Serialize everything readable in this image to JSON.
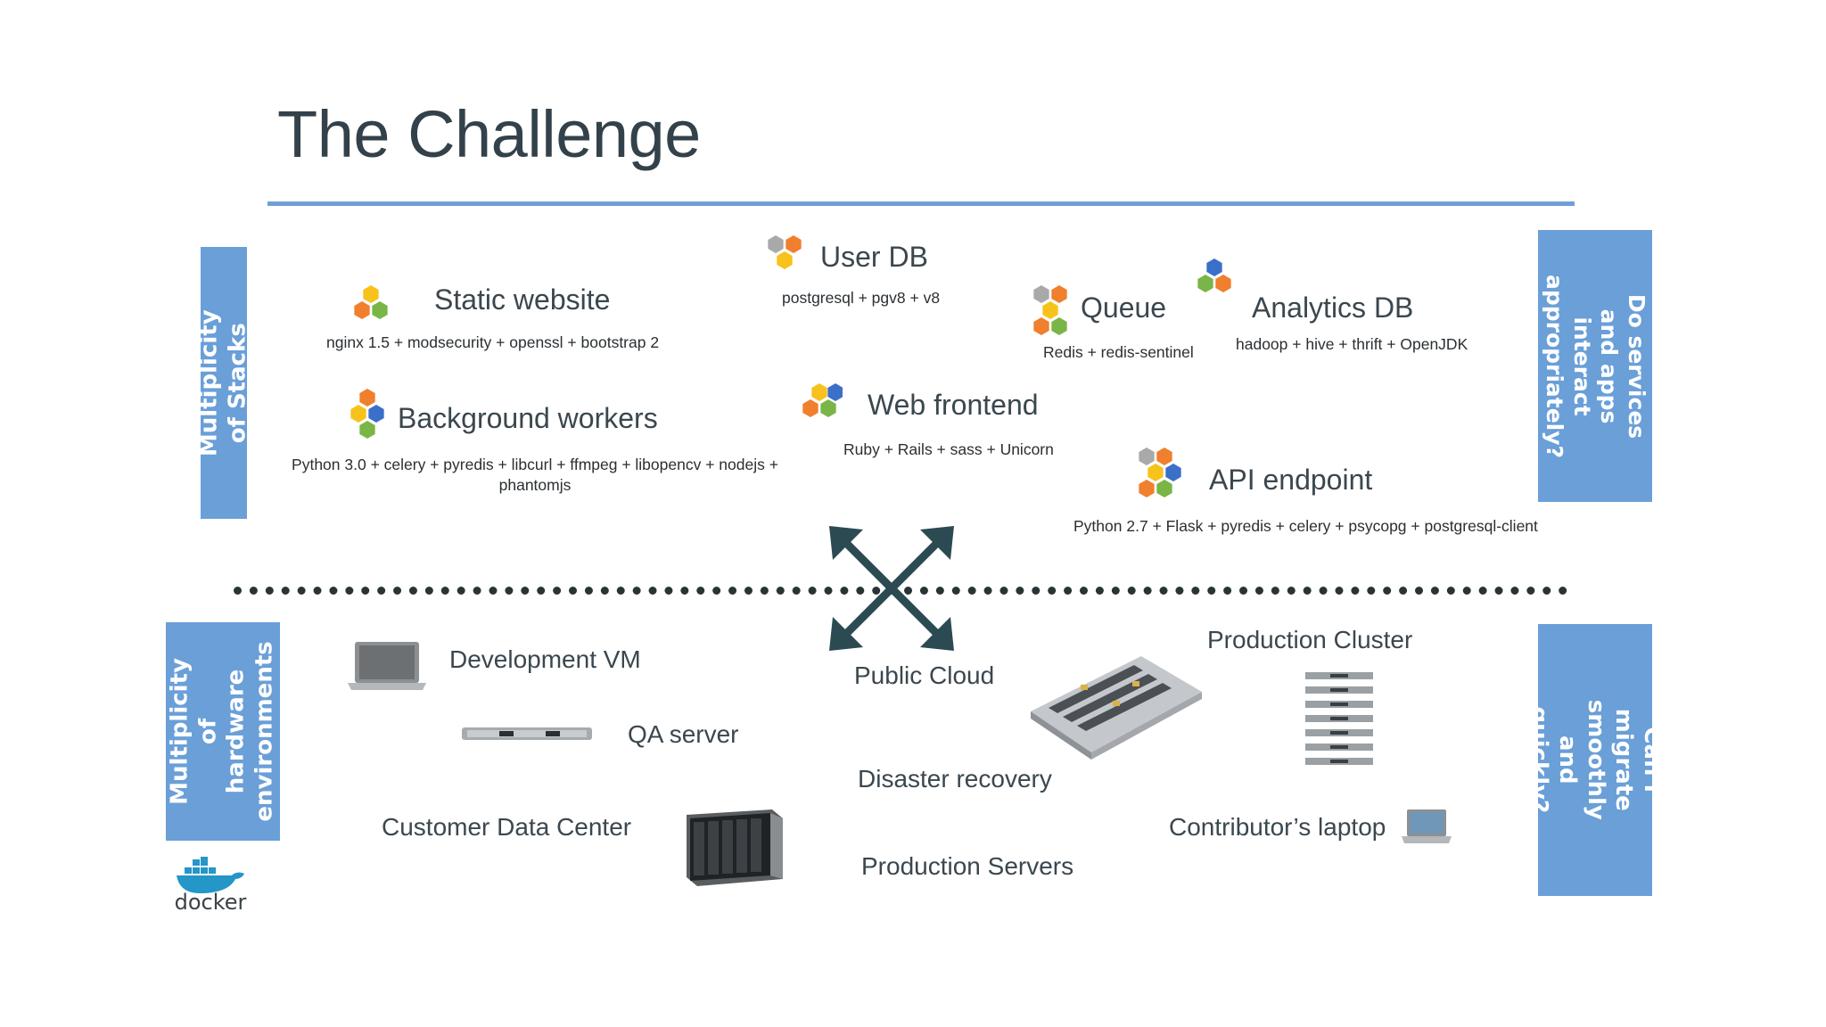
{
  "slide": {
    "title": "The Challenge",
    "colors": {
      "accent_blue": "#6a9fd8",
      "hex_orange": "#f07f2e",
      "hex_yellow": "#f7c21b",
      "hex_green": "#7ab547",
      "hex_blue": "#3b6fc8",
      "hex_gray": "#a9a9a9"
    }
  },
  "side_labels": {
    "stacks": "Multiplicity of Stacks",
    "hardware": "Multiplicity of\nhardware\nenvironments",
    "services_question": "Do services and apps\ninteract\nappropriately?",
    "migrate_question": "Can I migrate\nsmoothly and\nquickly?"
  },
  "services": [
    {
      "name": "Static website",
      "desc": "nginx 1.5 + modsecurity + openssl + bootstrap 2",
      "icon": "hexagon-cluster-icon"
    },
    {
      "name": "User DB",
      "desc": "postgresql + pgv8 + v8",
      "icon": "hexagon-cluster-icon"
    },
    {
      "name": "Queue",
      "desc": "Redis + redis-sentinel",
      "icon": "hexagon-cluster-icon"
    },
    {
      "name": "Analytics DB",
      "desc": "hadoop + hive + thrift + OpenJDK",
      "icon": "hexagon-cluster-icon"
    },
    {
      "name": "Background workers",
      "desc": "Python 3.0 + celery + pyredis + libcurl + ffmpeg + libopencv + nodejs + phantomjs",
      "icon": "hexagon-cluster-icon"
    },
    {
      "name": "Web frontend",
      "desc": "Ruby + Rails + sass + Unicorn",
      "icon": "hexagon-cluster-icon"
    },
    {
      "name": "API endpoint",
      "desc": "Python 2.7 + Flask + pyredis + celery + psycopg + postgresql-client",
      "icon": "hexagon-cluster-icon"
    }
  ],
  "environments": [
    {
      "label": "Development VM",
      "icon": "laptop-icon"
    },
    {
      "label": "QA server",
      "icon": "rack-server-icon"
    },
    {
      "label": "Customer Data Center",
      "icon": "blade-server-icon"
    },
    {
      "label": "Public Cloud"
    },
    {
      "label": "Disaster recovery"
    },
    {
      "label": "Production Servers"
    },
    {
      "label": "Production Cluster",
      "icon": "server-stack-icon"
    },
    {
      "label": "Contributor’s laptop",
      "icon": "laptop-icon"
    }
  ],
  "logo": {
    "text": "docker",
    "icon": "docker-whale-icon"
  },
  "center_icon": "cross-arrows-icon"
}
